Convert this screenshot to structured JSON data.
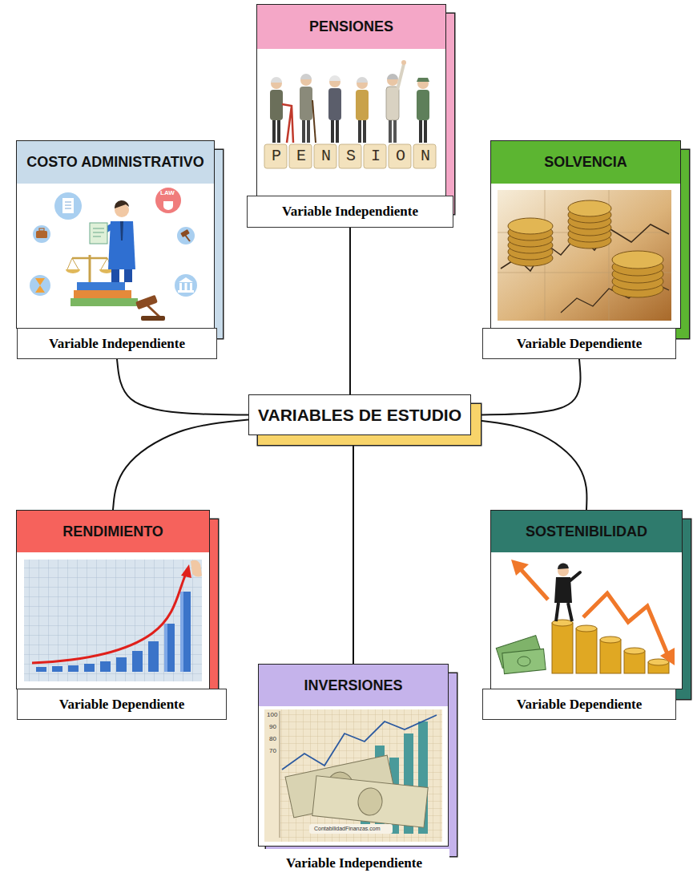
{
  "diagram": {
    "nodes": [
      {
        "text": [
          "PENSIONES"
        ]
      },
      {
        "text": [
          "Variable Independiente"
        ],
        "in": 0
      },
      {
        "text": [
          "COSTO ADMINISTRATIVO"
        ]
      },
      {
        "text": [
          "Variable Independiente"
        ],
        "in": 2
      },
      {
        "text": [
          "SOLVENCIA"
        ]
      },
      {
        "text": [
          "Variable Dependiente"
        ],
        "in": 4
      },
      {
        "text": [
          "VARIABLES DE ESTUDIO"
        ]
      },
      {
        "text": [
          "RENDIMIENTO"
        ]
      },
      {
        "text": [
          "Variable Dependiente"
        ],
        "in": 7
      },
      {
        "text": [
          "SOSTENIBILIDAD"
        ]
      },
      {
        "text": [
          "Variable Dependiente"
        ],
        "in": 9
      },
      {
        "text": [
          "INVERSIONES"
        ]
      },
      {
        "text": [
          "Variable Independiente"
        ],
        "in": 11
      }
    ],
    "edges": [
      {
        "from": 6,
        "to": 1,
        "arrow": "none"
      },
      {
        "from": 6,
        "to": 3,
        "arrow": "none"
      },
      {
        "from": 6,
        "to": 5,
        "arrow": "none"
      },
      {
        "from": 6,
        "to": 7,
        "arrow": "none"
      },
      {
        "from": 6,
        "to": 9,
        "arrow": "none"
      },
      {
        "from": 6,
        "to": 11,
        "arrow": "none"
      }
    ],
    "labels": [
      "PENSION",
      "LAW",
      "100",
      "90",
      "80",
      "70",
      "ContabilidadFinanzas.com"
    ]
  }
}
